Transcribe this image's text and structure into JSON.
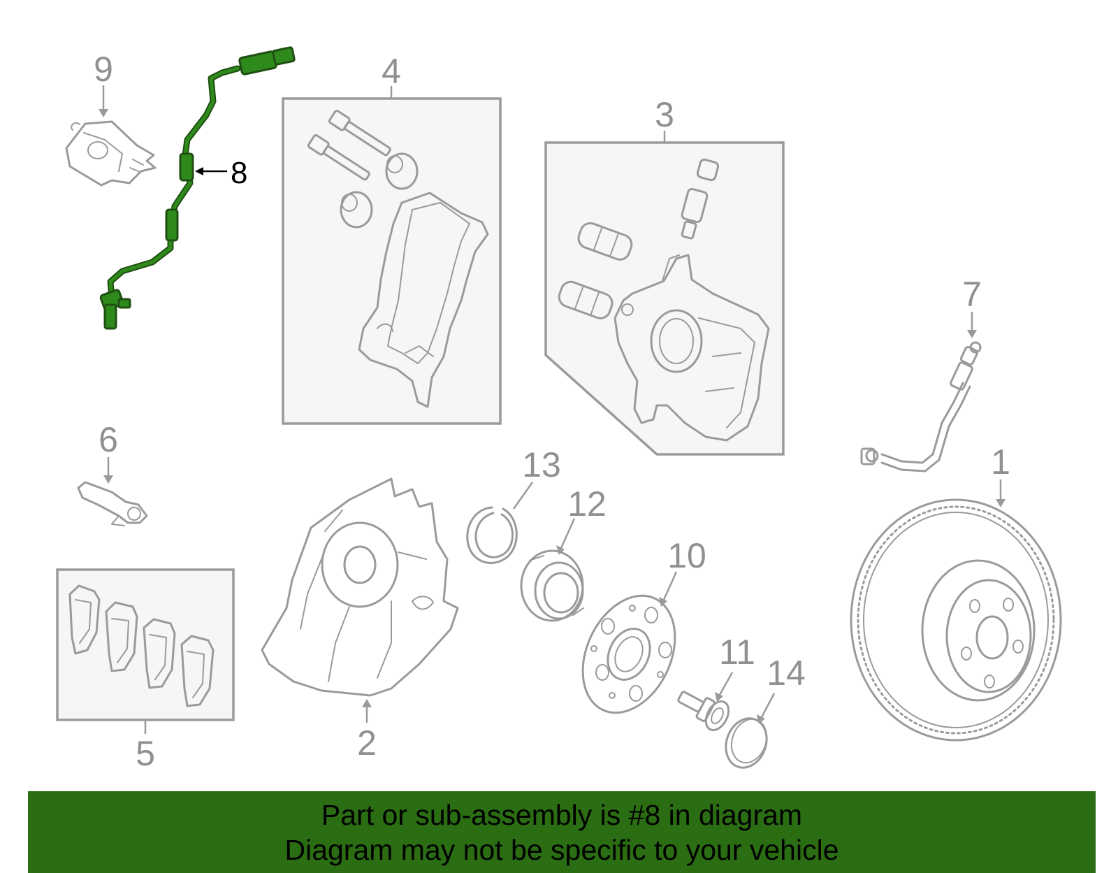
{
  "callouts": {
    "n1": "1",
    "n2": "2",
    "n3": "3",
    "n4": "4",
    "n5": "5",
    "n6": "6",
    "n7": "7",
    "n8": "8",
    "n9": "9",
    "n10": "10",
    "n11": "11",
    "n12": "12",
    "n13": "13",
    "n14": "14"
  },
  "highlighted_part": "8",
  "colors": {
    "highlight": "#2f8a1c",
    "banner": "#2a6d13",
    "lines": "#9a9a9a"
  },
  "banner": {
    "line1": "Part or sub-assembly is #8 in diagram",
    "line2": "Diagram may not be specific to your vehicle"
  }
}
